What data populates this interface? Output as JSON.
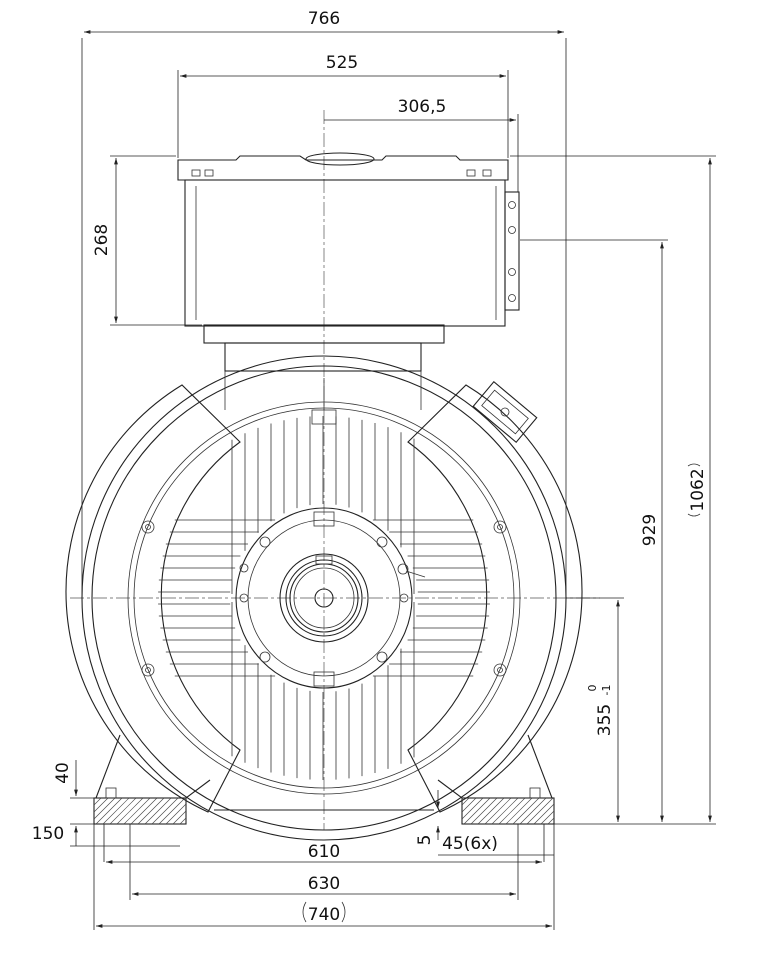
{
  "dimensions": {
    "overall_width": "766",
    "terminal_box_width": "525",
    "terminal_box_offset": "306,5",
    "terminal_box_height": "268",
    "overall_height": "1062",
    "top_height": "929",
    "shaft_height": "355",
    "shaft_tol_upper": "0",
    "shaft_tol_lower": "-1",
    "foot_height": "40",
    "foot_depth": "150",
    "foot_gap": "5",
    "hole_dia": "45(6x)",
    "foot_span_inner": "610",
    "foot_span_mid": "630",
    "foot_span_outer": "740"
  },
  "colors": {
    "line": "#222222",
    "background": "#ffffff"
  }
}
